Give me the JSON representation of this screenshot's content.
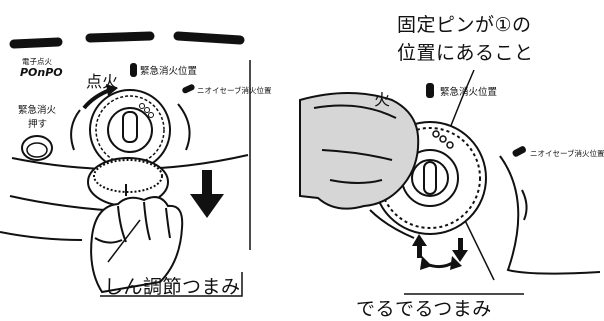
{
  "left_panel": {
    "brand_small": "電子点火",
    "brand_logo": "POnPO",
    "ignition_label": "点火",
    "emergency_position_label": "緊急消火位置",
    "odor_safe_position_label": "ニオイセーブ消火位置",
    "emergency_button_label_line1": "緊急消火",
    "emergency_button_label_line2": "押す",
    "knob_caption": "しん調節つまみ"
  },
  "right_panel": {
    "pin_instruction_line1": "固定ピンが①の",
    "pin_instruction_line2": "位置にあること",
    "emergency_position_label": "緊急消火位置",
    "odor_safe_position_label": "ニオイセーブ消火位置",
    "fragment_text": "火",
    "knob_caption": "でるでるつまみ"
  },
  "colors": {
    "ink": "#111111",
    "paper": "#ffffff",
    "hand_shade": "#cfcfcf"
  }
}
